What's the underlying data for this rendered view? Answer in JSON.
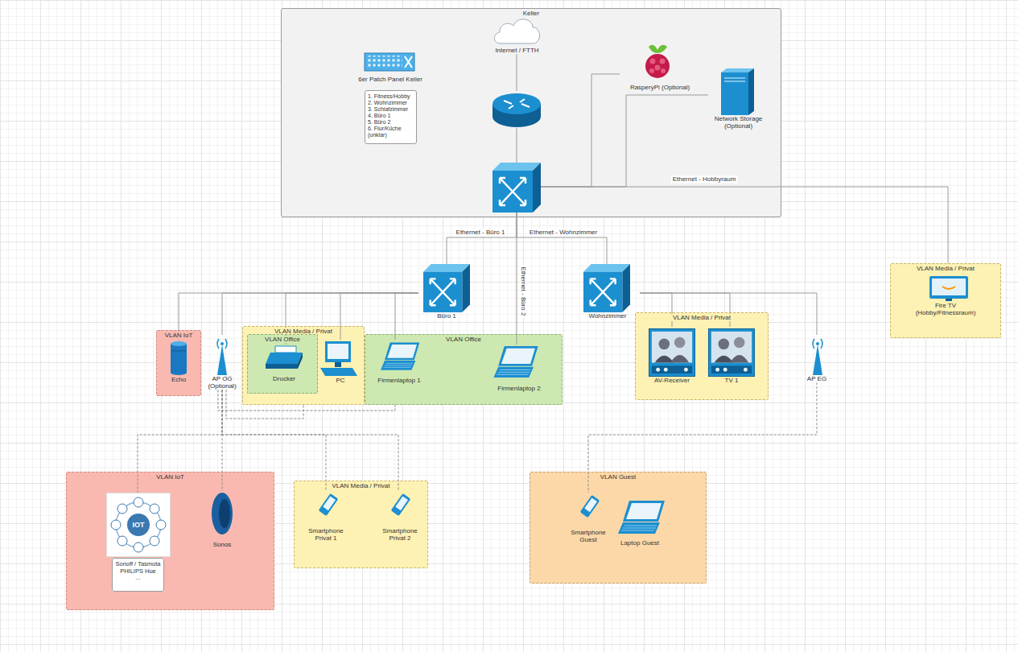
{
  "diagram": {
    "nodes": [
      {
        "text": [
          "Keller"
        ]
      },
      {
        "text": [
          "Internet / FTTH"
        ],
        "in": 0
      },
      {
        "text": [
          "6er Patch Panel Keller"
        ],
        "in": 0
      },
      {
        "text": [
          "1. Fitness/Hobby",
          "2. Wohnzimmer",
          "3. Schlafzimmer",
          "4. Büro 1",
          "5. Büro 2",
          "6. Flur/Küche (unklar)"
        ],
        "in": 0
      },
      {
        "text": [
          "RasperyPi (Optional)"
        ],
        "in": 0
      },
      {
        "text": [],
        "in": 0
      },
      {
        "text": [
          "Network Storage (Optional)"
        ],
        "in": 0
      },
      {
        "text": [],
        "in": 0
      },
      {
        "text": [
          "Büro 1"
        ]
      },
      {
        "text": [
          "Wohnzimmer"
        ]
      },
      {
        "text": [
          "VLAN Media / Privat"
        ]
      },
      {
        "text": [
          "Fire TV (Hobby/Fitnessraum)"
        ],
        "in": 10
      },
      {
        "text": [
          "VLAN IoT"
        ]
      },
      {
        "text": [
          "Echo"
        ],
        "in": 12
      },
      {
        "text": [
          "AP OG (Optional)"
        ]
      },
      {
        "text": [
          "VLAN Media / Privat"
        ]
      },
      {
        "text": [
          "VLAN Office"
        ],
        "in": 15
      },
      {
        "text": [
          "Drucker"
        ],
        "in": 16
      },
      {
        "text": [
          "PC"
        ],
        "in": 15
      },
      {
        "text": [
          "VLAN Office"
        ]
      },
      {
        "text": [
          "Firmenlaptop 1"
        ],
        "in": 19
      },
      {
        "text": [
          "Firmenlaptop 2"
        ],
        "in": 19
      },
      {
        "text": [
          "VLAN Media / Privat"
        ]
      },
      {
        "text": [
          "AV-Receiver"
        ],
        "in": 22
      },
      {
        "text": [
          "TV 1"
        ],
        "in": 22
      },
      {
        "text": [
          "AP EG"
        ]
      },
      {
        "text": [
          "VLAN IoT"
        ]
      },
      {
        "text": [
          "IOT"
        ],
        "in": 26
      },
      {
        "text": [
          "Sonoff / Tasmota",
          "PHILIPS Hue",
          "..."
        ],
        "in": 26
      },
      {
        "text": [
          "Sonos"
        ],
        "in": 26
      },
      {
        "text": [
          "VLAN Media / Privat"
        ]
      },
      {
        "text": [
          "Smartphone Privat 1"
        ],
        "in": 30
      },
      {
        "text": [
          "Smartphone Privat 2"
        ],
        "in": 30
      },
      {
        "text": [
          "VLAN Guest"
        ]
      },
      {
        "text": [
          "Smartphone Guest"
        ],
        "in": 33
      },
      {
        "text": [
          "Laptop Guest"
        ],
        "in": 33
      }
    ],
    "edges": [
      {
        "from": 5,
        "to": 1,
        "arrow": "none"
      },
      {
        "from": 5,
        "to": 7,
        "arrow": "none"
      },
      {
        "from": 7,
        "to": 4,
        "arrow": "none"
      },
      {
        "from": 7,
        "to": 6,
        "arrow": "none"
      },
      {
        "from": 7,
        "to": 10,
        "label": "Ethernet - Hobbyraum",
        "arrow": "none"
      },
      {
        "from": 7,
        "to": 8,
        "label": "Ethernet - Büro 1",
        "arrow": "none"
      },
      {
        "from": 7,
        "to": 9,
        "label": "Ethernet - Wohnzimmer",
        "arrow": "none"
      },
      {
        "from": 7,
        "to": 21,
        "label": "Ethernet - Büro 2",
        "arrow": "none"
      },
      {
        "from": 8,
        "to": 13,
        "arrow": "none"
      },
      {
        "from": 8,
        "to": 14,
        "arrow": "none"
      },
      {
        "from": 8,
        "to": 17,
        "arrow": "none"
      },
      {
        "from": 8,
        "to": 18,
        "arrow": "none"
      },
      {
        "from": 8,
        "to": 20,
        "arrow": "none"
      },
      {
        "from": 9,
        "to": 23,
        "arrow": "none"
      },
      {
        "from": 9,
        "to": 24,
        "arrow": "none"
      },
      {
        "from": 9,
        "to": 25,
        "arrow": "none"
      },
      {
        "from": 14,
        "to": 27,
        "arrow": "none"
      },
      {
        "from": 14,
        "to": 29,
        "arrow": "none"
      },
      {
        "from": 14,
        "to": 31,
        "arrow": "none"
      },
      {
        "from": 14,
        "to": 32,
        "arrow": "none"
      },
      {
        "from": 14,
        "to": 15,
        "arrow": "none"
      },
      {
        "from": 14,
        "to": 19,
        "arrow": "none"
      },
      {
        "from": 25,
        "to": 34,
        "arrow": "none"
      }
    ]
  }
}
